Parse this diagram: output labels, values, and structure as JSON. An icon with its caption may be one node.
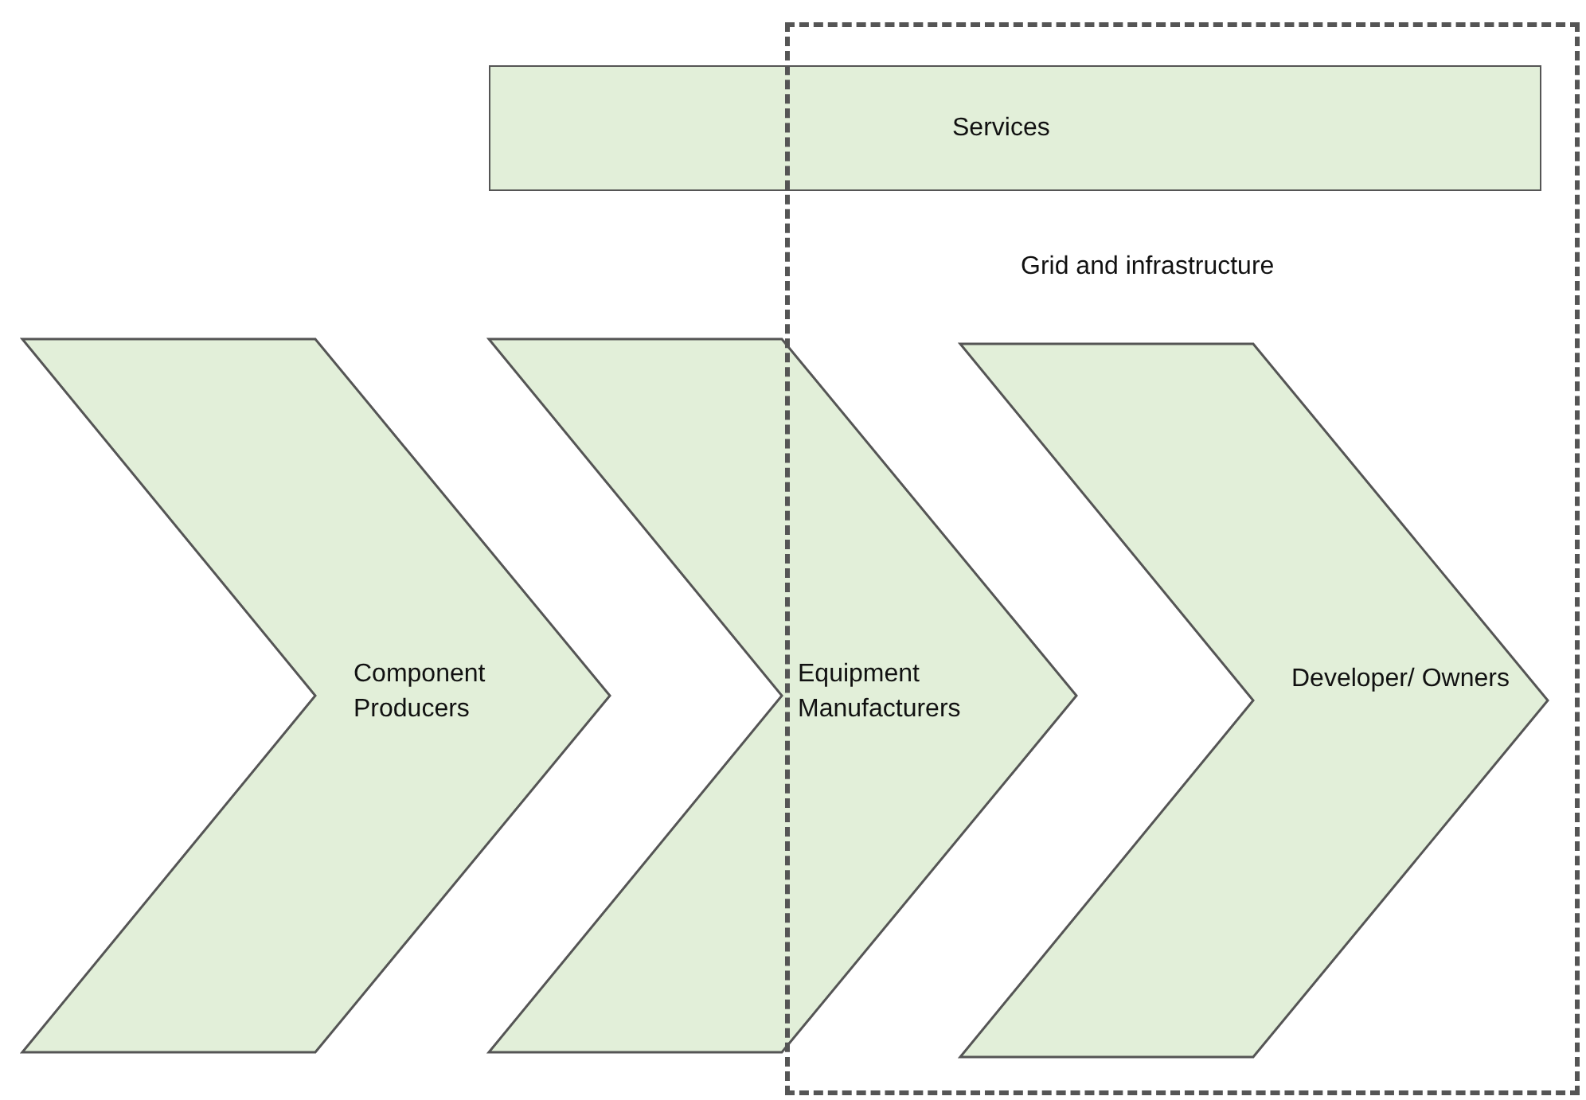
{
  "diagram": {
    "nodes": [
      {
        "text": [
          "Services"
        ]
      },
      {
        "text": [
          "Grid and infrastructure"
        ]
      },
      {
        "text": [
          "Component Producers"
        ]
      },
      {
        "text": [
          "Equipment Manufacturers"
        ]
      },
      {
        "text": [
          "Developer/ Owners"
        ],
        "in": 1
      }
    ]
  }
}
